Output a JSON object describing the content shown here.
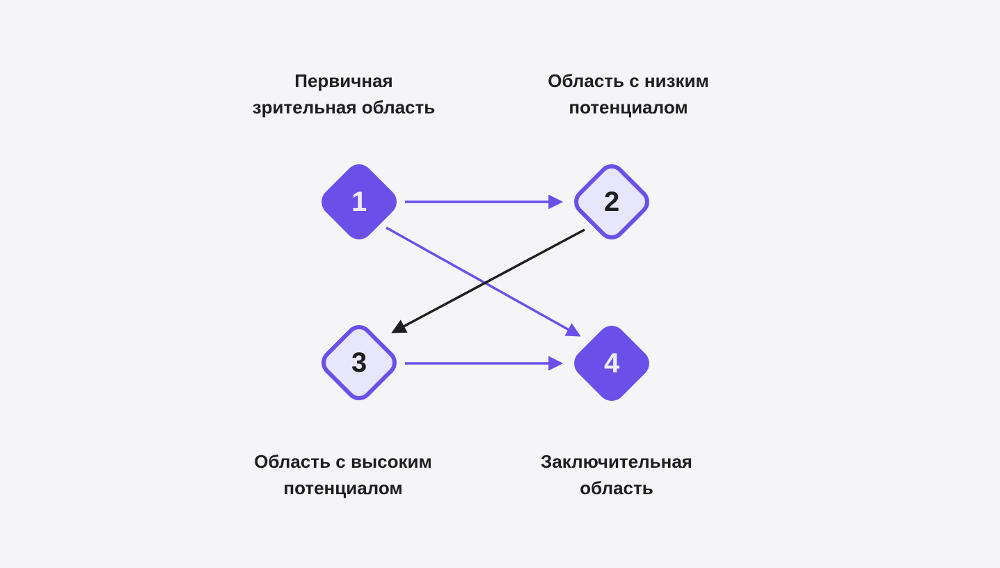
{
  "diagram": {
    "background": "#F5F5F7",
    "colors": {
      "accent_purple": "#6A50E8",
      "node_light_fill": "#E8E6FA",
      "dark_text": "#1E1E20",
      "number_on_filled": "#EFEDFA"
    },
    "nodes": [
      {
        "number": "1",
        "style": "filled",
        "label": "Первичная зрительная область",
        "label_lines": [
          "Первичная",
          "зрительная область"
        ],
        "label_position": "top"
      },
      {
        "number": "2",
        "style": "outlined",
        "label": "Область с низким потенциалом",
        "label_lines": [
          "Область с низким",
          "потенциалом"
        ],
        "label_position": "top"
      },
      {
        "number": "3",
        "style": "outlined",
        "label": "Область с высоким потенциалом",
        "label_lines": [
          "Область с высоким",
          "потенциалом"
        ],
        "label_position": "bottom"
      },
      {
        "number": "4",
        "style": "filled",
        "label": "Заключительная область",
        "label_lines": [
          "Заключительная",
          "область"
        ],
        "label_position": "bottom"
      }
    ],
    "edges": [
      {
        "from": "1",
        "to": "2",
        "color": "#6A50E8",
        "direction": "horizontal"
      },
      {
        "from": "1",
        "to": "4",
        "color": "#6A50E8",
        "direction": "diagonal"
      },
      {
        "from": "2",
        "to": "3",
        "color": "#1E1E20",
        "direction": "diagonal"
      },
      {
        "from": "3",
        "to": "4",
        "color": "#6A50E8",
        "direction": "horizontal"
      }
    ]
  }
}
